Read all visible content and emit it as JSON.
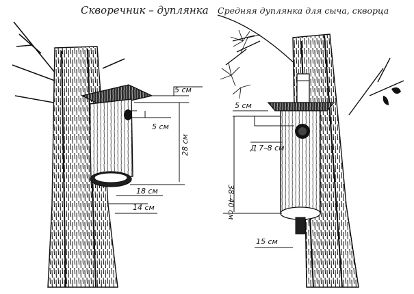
{
  "left": {
    "title": "Скворечник – дуплянка",
    "dims": {
      "roof_overhang": "5 см",
      "entrance_offset": "5 см",
      "height": "28 см",
      "bottom_width": "18 см",
      "inner_width": "14 см"
    }
  },
  "right": {
    "title": "Средняя дуплянка для сыча, скворца",
    "dims": {
      "roof_overhang": "5 см",
      "entrance_diameter": "Д 7–8 см",
      "height": "38–40 см",
      "bottom_width": "15 см"
    }
  }
}
